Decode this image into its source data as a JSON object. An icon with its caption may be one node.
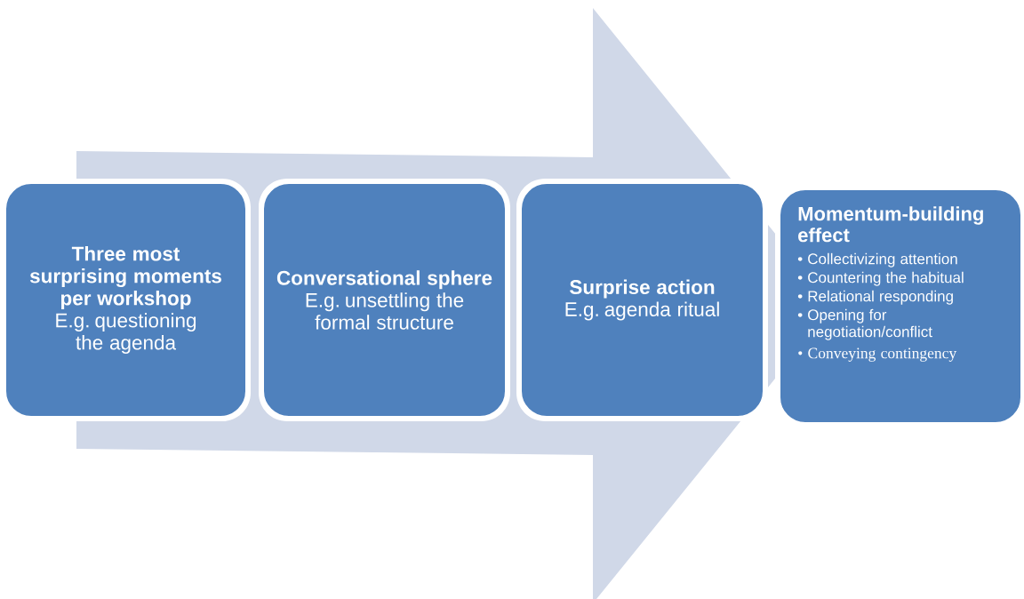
{
  "diagram": {
    "nodes": [
      {
        "text": [
          "Three most surprising moments per workshop",
          "E.g. questioning the agenda"
        ]
      },
      {
        "text": [
          "Conversational sphere",
          "E.g. unsettling the formal structure"
        ]
      },
      {
        "text": [
          "Surprise action",
          "E.g. agenda ritual"
        ]
      },
      {
        "text": [
          "Momentum-building effect",
          "• Collectivizing attention",
          "• Countering the habitual",
          "• Relational responding",
          "• Opening for negotiation/conflict",
          "• Conveying contingency"
        ]
      }
    ],
    "edges": [
      {
        "from": 0,
        "to": 3,
        "arrow": "to"
      }
    ]
  }
}
